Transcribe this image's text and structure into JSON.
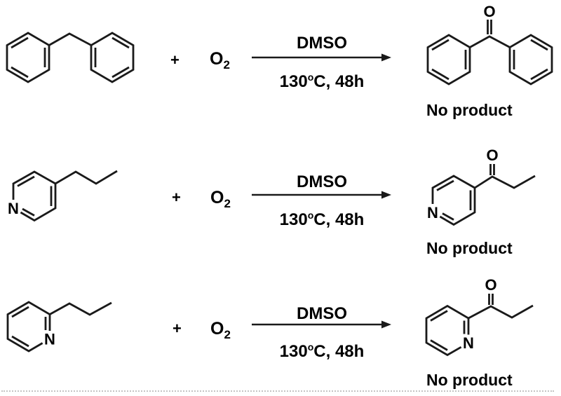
{
  "figure": {
    "background": "#ffffff",
    "bond_color": "#1a1a1a",
    "text_color": "#000000",
    "divider_style": "light-gray dotted line"
  },
  "rows": [
    {
      "reactant": "diphenylmethane",
      "plus": "+",
      "oxidant": "O",
      "oxidant_sub": "2",
      "reagent": "DMSO",
      "temp": "130",
      "temp_sup": "o",
      "temp_rest": "C, 48h",
      "product": "benzophenone",
      "oxygen_label": "O",
      "result": "No product"
    },
    {
      "reactant": "4-propylpyridine",
      "plus": "+",
      "oxidant": "O",
      "oxidant_sub": "2",
      "reagent": "DMSO",
      "temp": "130",
      "temp_sup": "o",
      "temp_rest": "C, 48h",
      "product": "1-(pyridin-4-yl)propan-1-one",
      "nitrogen_label": "N",
      "product_nitrogen_label": "N",
      "oxygen_label": "O",
      "result": "No product"
    },
    {
      "reactant": "2-propylpyridine",
      "plus": "+",
      "oxidant": "O",
      "oxidant_sub": "2",
      "reagent": "DMSO",
      "temp": "130",
      "temp_sup": "o",
      "temp_rest": "C, 48h",
      "product": "1-(pyridin-2-yl)propan-1-one",
      "nitrogen_label": "N",
      "product_nitrogen_label": "N",
      "oxygen_label": "O",
      "result": "No product"
    }
  ]
}
